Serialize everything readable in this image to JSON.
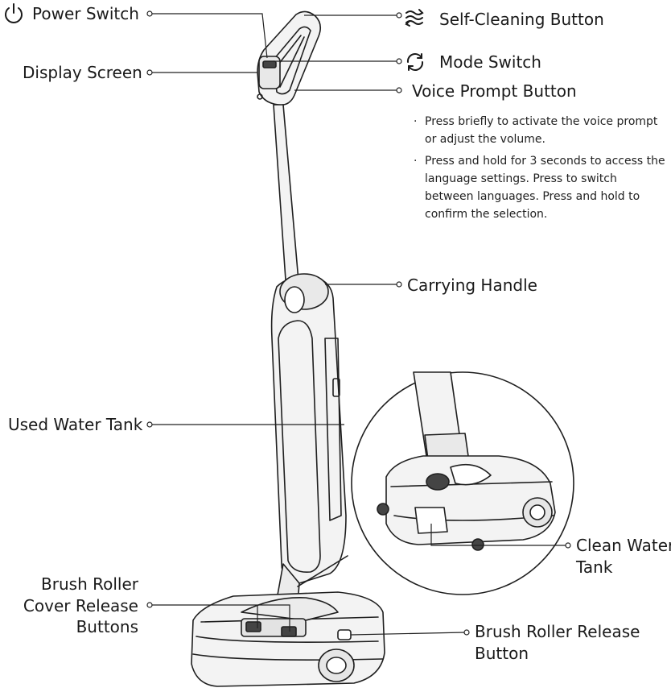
{
  "labels": {
    "power_switch": "Power Switch",
    "display_screen": "Display Screen",
    "self_cleaning_button": "Self-Cleaning Button",
    "mode_switch": "Mode Switch",
    "voice_prompt_button": "Voice Prompt Button",
    "carrying_handle": "Carrying Handle",
    "used_water_tank": "Used Water Tank",
    "clean_water_tank_line1": "Clean Water",
    "clean_water_tank_line2": "Tank",
    "brush_roller_cover_line1": "Brush Roller",
    "brush_roller_cover_line2": "Cover Release",
    "brush_roller_cover_line3": "Buttons",
    "brush_roller_release_line1": "Brush Roller Release",
    "brush_roller_release_line2": "Button"
  },
  "voice_prompt_notes": [
    "Press briefly to activate the voice prompt or adjust the volume.",
    "Press and hold for 3 seconds to access the language settings. Press to switch between languages. Press and hold to confirm the selection."
  ],
  "icons": {
    "power": "power-icon",
    "self_cleaning": "self-cleaning-icon",
    "mode": "mode-switch-icon"
  },
  "colors": {
    "line": "#222222",
    "device_fill": "#f3f3f3",
    "device_stroke": "#1f1f1f"
  }
}
